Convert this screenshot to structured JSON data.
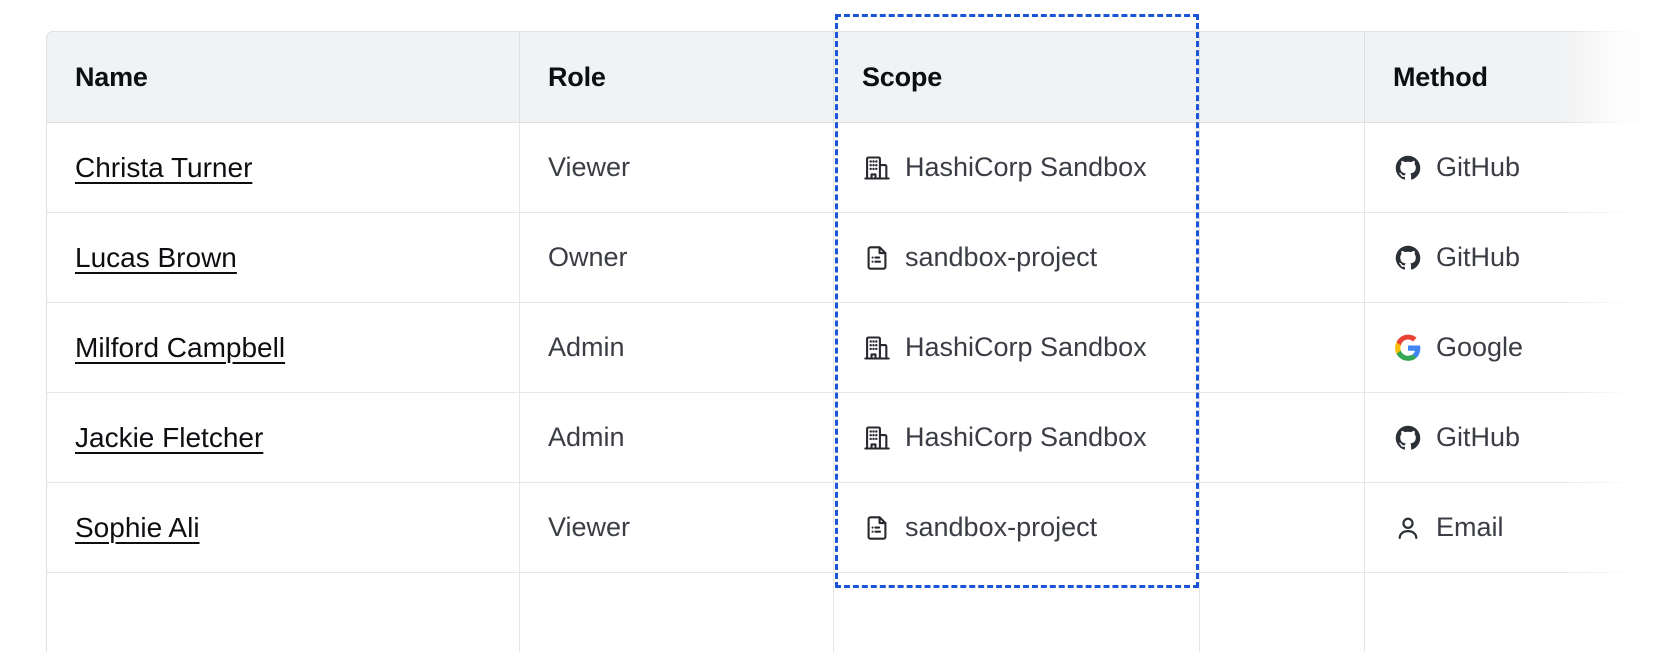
{
  "table": {
    "columns": [
      {
        "key": "name",
        "label": "Name"
      },
      {
        "key": "role",
        "label": "Role"
      },
      {
        "key": "scope",
        "label": "Scope"
      },
      {
        "key": "extra",
        "label": ""
      },
      {
        "key": "method",
        "label": "Method"
      }
    ],
    "highlighted_column": "Scope",
    "highlight_color": "#1b54d6",
    "header_background": "#f1f2f3",
    "border_color": "#dcdfe3",
    "rows": [
      {
        "name": "Christa Turner",
        "role": "Viewer",
        "scope": "HashiCorp Sandbox",
        "scope_icon": "organization-building-icon",
        "method": "GitHub",
        "method_icon": "github-icon"
      },
      {
        "name": "Lucas Brown",
        "role": "Owner",
        "scope": "sandbox-project",
        "scope_icon": "project-document-icon",
        "method": "GitHub",
        "method_icon": "github-icon"
      },
      {
        "name": "Milford Campbell",
        "role": "Admin",
        "scope": "HashiCorp Sandbox",
        "scope_icon": "organization-building-icon",
        "method": "Google",
        "method_icon": "google-icon"
      },
      {
        "name": "Jackie Fletcher",
        "role": "Admin",
        "scope": "HashiCorp Sandbox",
        "scope_icon": "organization-building-icon",
        "method": "GitHub",
        "method_icon": "github-icon"
      },
      {
        "name": "Sophie Ali",
        "role": "Viewer",
        "scope": "sandbox-project",
        "scope_icon": "project-document-icon",
        "method": "Email",
        "method_icon": "user-person-icon"
      },
      {
        "name": "",
        "role": "",
        "scope": "",
        "scope_icon": "",
        "method": "",
        "method_icon": ""
      }
    ]
  }
}
